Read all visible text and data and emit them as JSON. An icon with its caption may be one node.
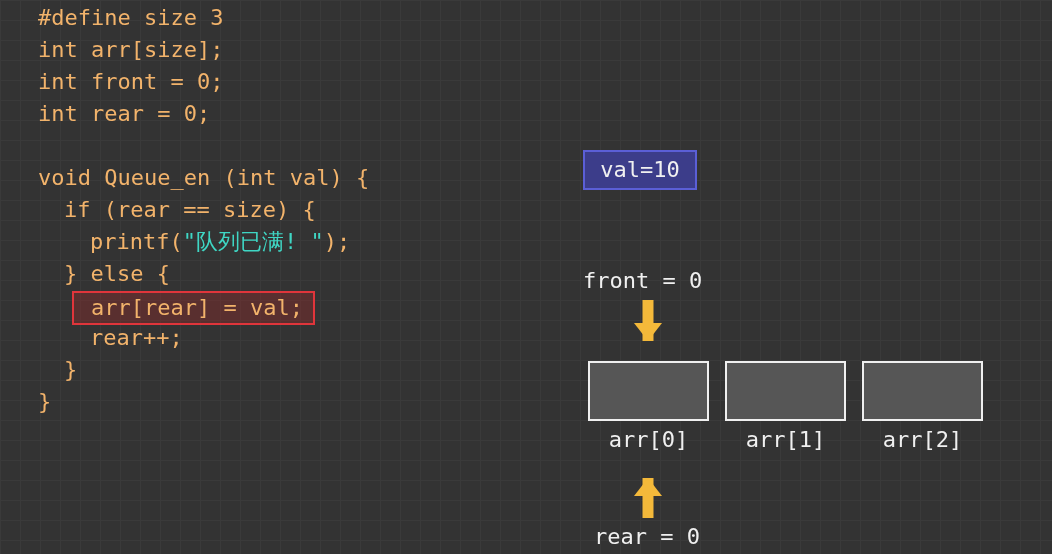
{
  "diagram": {
    "nodes": [
      {
        "text": [
          "arr[rear] = val;"
        ]
      },
      {
        "text": [
          "val=10"
        ]
      },
      {
        "text": [
          "front = 0"
        ]
      },
      {
        "text": [],
        "shape": "box",
        "beside": [
          "arr[0]"
        ]
      },
      {
        "text": [],
        "shape": "box",
        "beside": [
          "arr[1]"
        ]
      },
      {
        "text": [],
        "shape": "box",
        "beside": [
          "arr[2]"
        ]
      },
      {
        "text": [
          "rear = 0"
        ]
      }
    ],
    "edges": [
      {
        "from": 2,
        "to": 3,
        "arrow": "to"
      },
      {
        "from": 6,
        "to": 3,
        "arrow": "to"
      }
    ],
    "labels": [
      "#define size 3",
      "int arr[size];",
      "int front = 0;",
      "int rear = 0;",
      "void Queue_en (int val) {",
      "if (rear == size) {",
      "printf(\"队列已满! \");",
      "} else {",
      "rear++;",
      "}",
      "}"
    ]
  }
}
